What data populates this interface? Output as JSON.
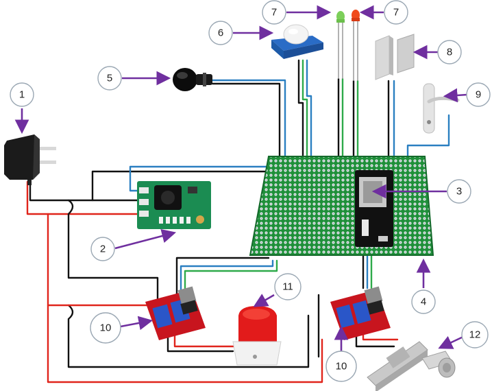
{
  "colors": {
    "wire_black": "#111111",
    "wire_red": "#e0241b",
    "wire_blue": "#2a7fc1",
    "wire_green": "#2eaa4a",
    "callout_arrow": "#6f2f9f",
    "pcb_green": "#1f8f3a",
    "relay_red": "#c8151e",
    "terminal_blue": "#2a56c8"
  },
  "callouts": [
    {
      "id": "1",
      "label": "1",
      "component": "power-adapter"
    },
    {
      "id": "2",
      "label": "2",
      "component": "buck-converter"
    },
    {
      "id": "3",
      "label": "3",
      "component": "esp32-board"
    },
    {
      "id": "4",
      "label": "4",
      "component": "perfboard"
    },
    {
      "id": "5",
      "label": "5",
      "component": "push-button"
    },
    {
      "id": "6",
      "label": "6",
      "component": "pir-sensor"
    },
    {
      "id": "7a",
      "label": "7",
      "component": "green-led"
    },
    {
      "id": "7b",
      "label": "7",
      "component": "red-led"
    },
    {
      "id": "8",
      "label": "8",
      "component": "magnetic-door-sensor"
    },
    {
      "id": "9",
      "label": "9",
      "component": "door-handle"
    },
    {
      "id": "10a",
      "label": "10",
      "component": "mosfet-module-left"
    },
    {
      "id": "10b",
      "label": "10",
      "component": "mosfet-module-right"
    },
    {
      "id": "11",
      "label": "11",
      "component": "siren"
    },
    {
      "id": "12",
      "label": "12",
      "component": "electric-door-lock"
    }
  ],
  "icons": {
    "adapter": "power-adapter-icon",
    "button": "push-button-icon",
    "pir": "pir-sensor-icon",
    "led_green": "led-icon",
    "led_red": "led-icon",
    "reed": "reed-switch-icon",
    "handle": "door-handle-icon",
    "buck": "buck-converter-icon",
    "esp32": "microcontroller-icon",
    "siren": "siren-icon",
    "lock": "door-lock-icon"
  }
}
